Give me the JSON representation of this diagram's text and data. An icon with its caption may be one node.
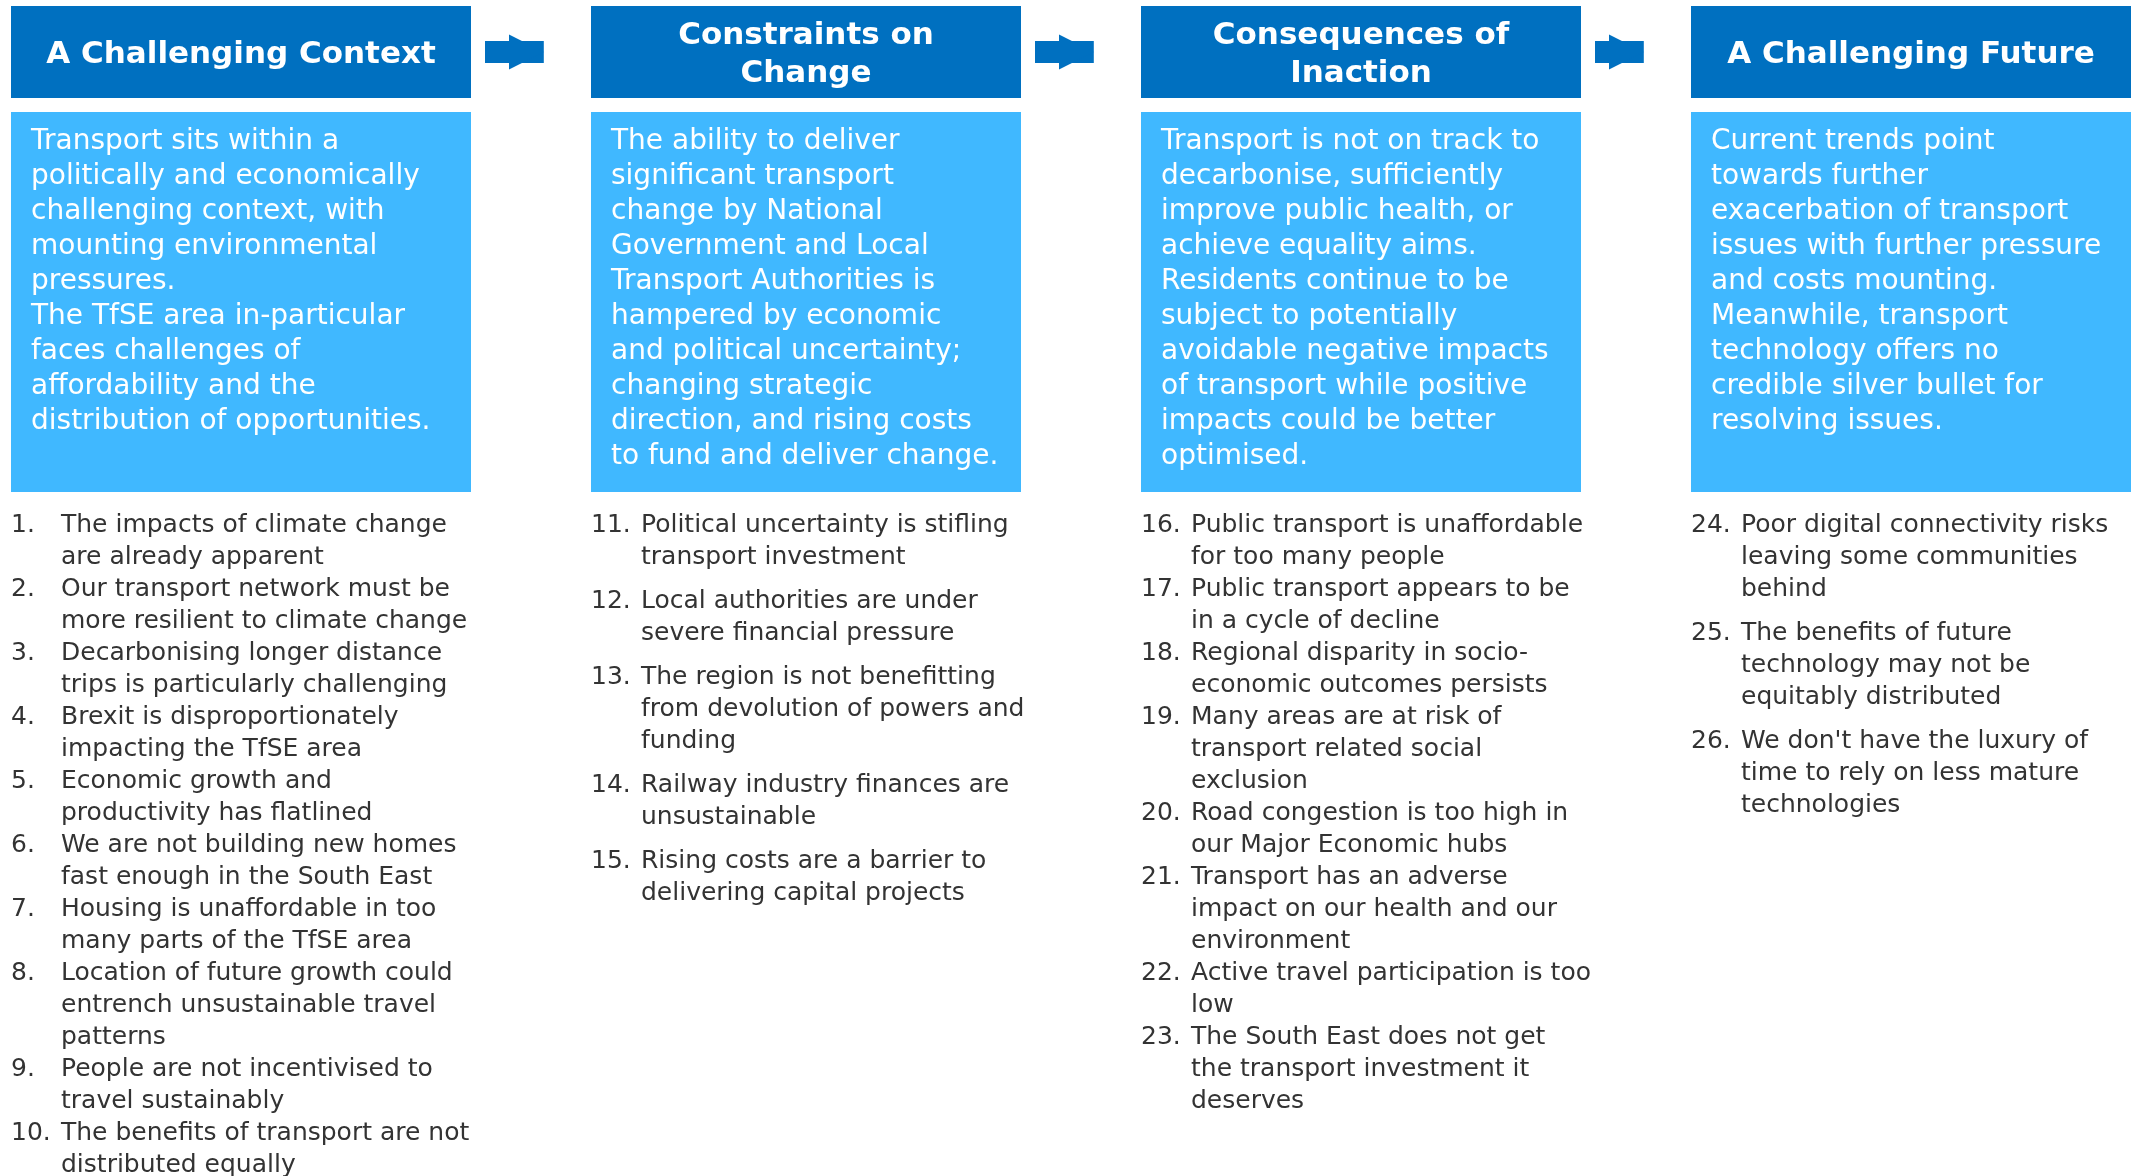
{
  "diagram": {
    "nodes": [
      {
        "text": [
          "A Challenging Context"
        ]
      },
      {
        "text": [
          "Constraints on Change"
        ]
      },
      {
        "text": [
          "Consequences of Inaction"
        ]
      },
      {
        "text": [
          "A Challenging Future"
        ]
      },
      {
        "text": [
          "Transport sits within a politically and economically challenging context, with mounting environmental pressures.",
          "The TfSE area in-particular faces challenges of affordability and the distribution of opportunities."
        ]
      },
      {
        "text": [
          "The ability to deliver significant transport change by National Government and Local Transport Authorities is hampered by economic and political uncertainty; changing strategic direction, and rising costs to fund and deliver change."
        ]
      },
      {
        "text": [
          "Transport is not on track to decarbonise, sufficiently improve public health, or achieve equality aims.",
          "Residents continue to be subject to potentially avoidable negative impacts of transport while positive impacts could be better optimised."
        ]
      },
      {
        "text": [
          "Current trends point towards further exacerbation of transport issues with further pressure and costs mounting.",
          "Meanwhile, transport technology offers no credible silver bullet for resolving issues."
        ]
      }
    ],
    "edges": [
      {
        "from": 0,
        "to": 1,
        "arrow": "to"
      },
      {
        "from": 1,
        "to": 2,
        "arrow": "to"
      },
      {
        "from": 2,
        "to": 3,
        "arrow": "to"
      }
    ],
    "labels": [
      "1.",
      "The impacts of climate change are already apparent",
      "2.",
      "Our transport network must be more resilient to climate change",
      "3.",
      "Decarbonising longer distance trips is particularly challenging",
      "4.",
      "Brexit is disproportionately impacting the TfSE area",
      "5.",
      "Economic growth and productivity has flatlined",
      "6.",
      "We are not building new homes fast enough in the South East",
      "7.",
      "Housing is unaffordable in too many parts of the TfSE area",
      "8.",
      "Location of future growth could entrench unsustainable travel patterns",
      "9.",
      "People are not incentivised to travel sustainably",
      "10.",
      "The benefits of transport are not distributed equally",
      "11.",
      "Political uncertainty is stifling transport investment",
      "12.",
      "Local authorities are under severe financial pressure",
      "13.",
      "The region is not benefitting from devolution of powers and funding",
      "14.",
      "Railway industry finances are unsustainable",
      "15.",
      "Rising costs are a barrier to delivering capital projects",
      "16.",
      "Public transport is unaffordable for too many people",
      "17.",
      "Public transport appears to be in a cycle of decline",
      "18.",
      "Regional disparity in socio-economic outcomes persists",
      "19.",
      "Many areas are at risk of transport related social exclusion",
      "20.",
      "Road congestion is too high in our Major Economic hubs",
      "21.",
      "Transport has an adverse impact on our health and our environment",
      "22.",
      "Active travel participation is too low",
      "23.",
      "The South East does not get the transport investment it deserves",
      "24.",
      "Poor digital connectivity risks leaving some communities behind",
      "25.",
      "The benefits of future technology may not be equitably distributed",
      "26.",
      "We don't have the luxury of time to rely on less mature technologies"
    ]
  }
}
